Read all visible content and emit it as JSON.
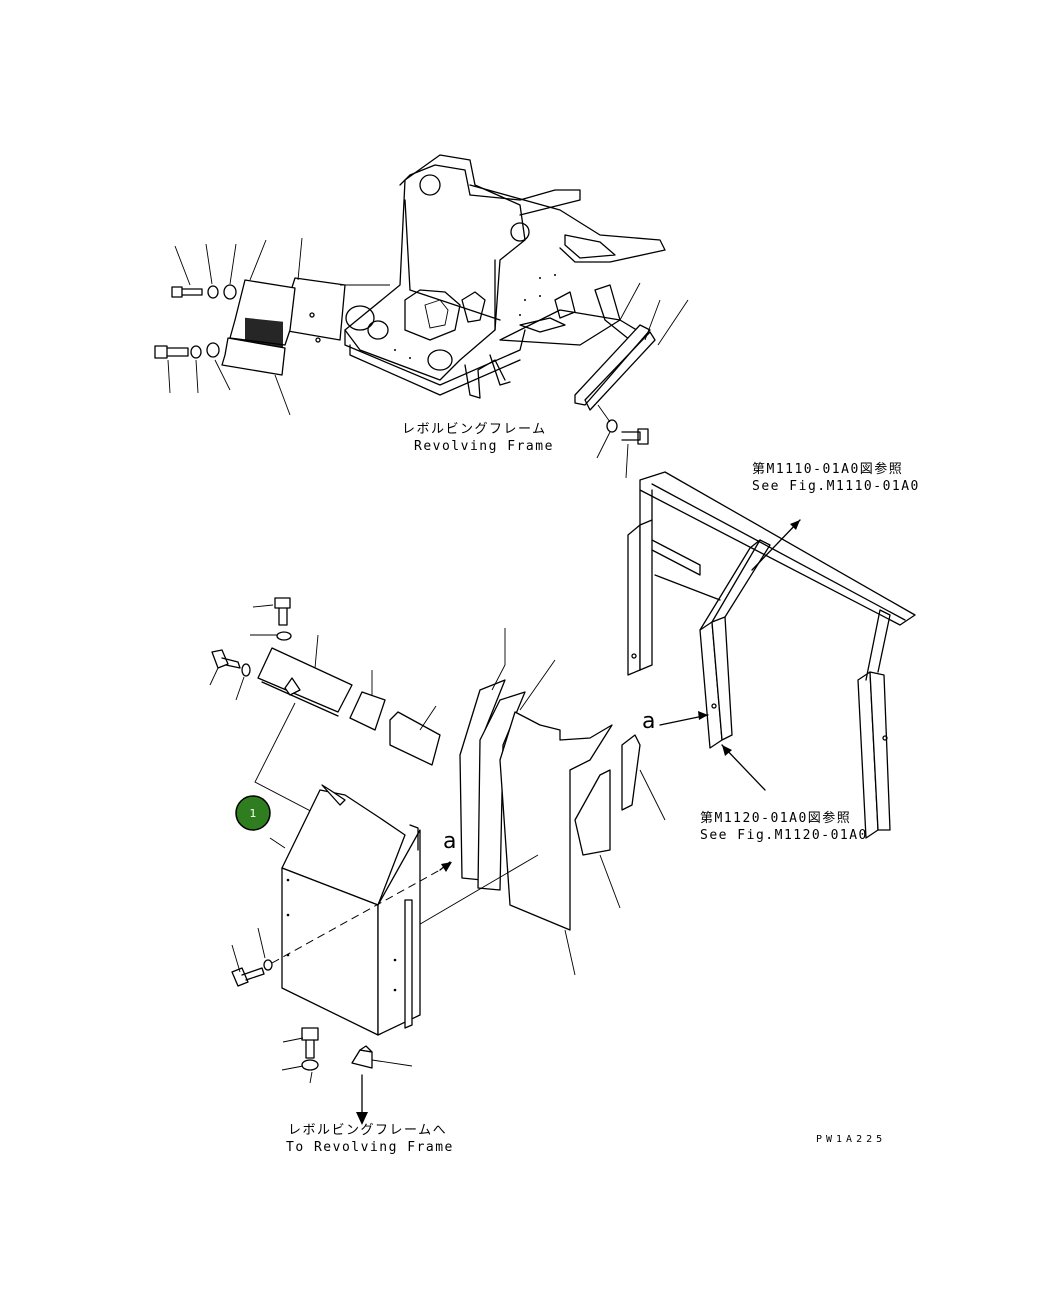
{
  "labels": {
    "revolving_frame_jp": "レボルビングフレーム",
    "revolving_frame_en": "Revolving Frame",
    "ref_m1110_jp": "第M1110-01A0図参照",
    "ref_m1110_en": "See Fig.M1110-01A0",
    "ref_m1120_jp": "第M1120-01A0図参照",
    "ref_m1120_en": "See Fig.M1120-01A0",
    "to_revolving_frame_jp": "レボルビングフレームへ",
    "to_revolving_frame_en": "To Revolving Frame",
    "callout_a_upper": "a",
    "callout_a_lower": "a",
    "drawing_code": "PW1A225"
  },
  "markers": [
    {
      "number": "1",
      "color": "#2e7d1f"
    }
  ]
}
